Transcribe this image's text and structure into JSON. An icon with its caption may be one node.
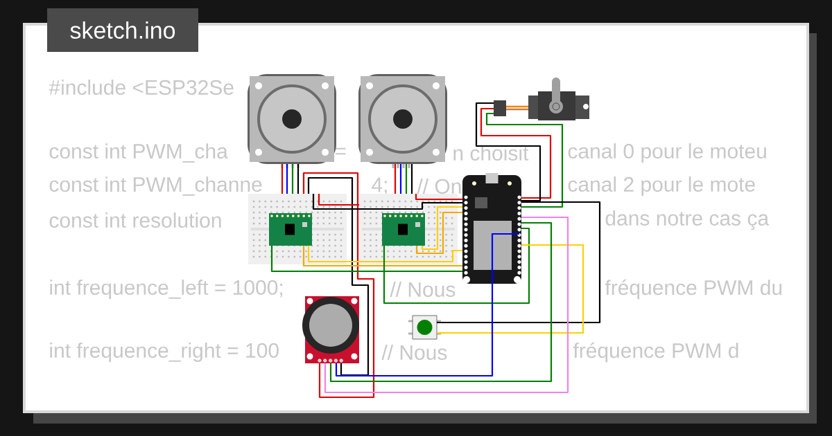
{
  "diagram": {
    "nodes": [
      {
        "text": [
          "sketch.ino"
        ]
      },
      {
        "text": [],
        "shape": "picture"
      },
      {
        "text": [],
        "shape": "picture"
      },
      {
        "text": [],
        "shape": "picture"
      },
      {
        "text": [],
        "shape": "picture"
      },
      {
        "text": [],
        "shape": "picture",
        "in": 3
      },
      {
        "text": [],
        "shape": "picture",
        "in": 4
      },
      {
        "text": [],
        "shape": "picture"
      },
      {
        "text": [],
        "shape": "picture"
      },
      {
        "text": [],
        "shape": "picture"
      },
      {
        "text": [],
        "shape": "picture"
      }
    ],
    "edges": [
      {
        "from": 1,
        "to": 3,
        "arrow": "none",
        "color": "#e00000"
      },
      {
        "from": 1,
        "to": 3,
        "arrow": "none",
        "color": "#0000ff"
      },
      {
        "from": 1,
        "to": 3,
        "arrow": "none",
        "color": "#008000"
      },
      {
        "from": 1,
        "to": 3,
        "arrow": "none",
        "color": "#000000"
      },
      {
        "from": 2,
        "to": 4,
        "arrow": "none",
        "color": "#e00000"
      },
      {
        "from": 2,
        "to": 4,
        "arrow": "none",
        "color": "#0000ff"
      },
      {
        "from": 2,
        "to": 4,
        "arrow": "none",
        "color": "#008000"
      },
      {
        "from": 2,
        "to": 4,
        "arrow": "none",
        "color": "#000000"
      },
      {
        "from": 3,
        "to": 9,
        "arrow": "none",
        "color": "#e00000"
      },
      {
        "from": 3,
        "to": 9,
        "arrow": "none",
        "color": "#000000"
      },
      {
        "from": 3,
        "to": 4,
        "arrow": "none",
        "color": "#e00000"
      },
      {
        "from": 4,
        "to": 7,
        "arrow": "none",
        "color": "#e00000"
      },
      {
        "from": 3,
        "to": 7,
        "arrow": "none",
        "color": "#000000"
      },
      {
        "from": 6,
        "to": 7,
        "arrow": "none",
        "color": "#ffd000"
      },
      {
        "from": 6,
        "to": 7,
        "arrow": "none",
        "color": "#f5a800"
      },
      {
        "from": 5,
        "to": 7,
        "arrow": "none",
        "color": "#ffd000"
      },
      {
        "from": 5,
        "to": 7,
        "arrow": "none",
        "color": "#f5a800"
      },
      {
        "from": 5,
        "to": 7,
        "arrow": "none",
        "color": "#008000"
      },
      {
        "from": 6,
        "to": 7,
        "arrow": "none",
        "color": "#008000"
      },
      {
        "from": 8,
        "to": 7,
        "arrow": "none",
        "color": "#e00000"
      },
      {
        "from": 8,
        "to": 7,
        "arrow": "none",
        "color": "#000000"
      },
      {
        "from": 8,
        "to": 7,
        "arrow": "none",
        "color": "#008000"
      },
      {
        "from": 7,
        "to": 10,
        "arrow": "none",
        "color": "#000000"
      },
      {
        "from": 7,
        "to": 10,
        "arrow": "none",
        "color": "#ffd000"
      },
      {
        "from": 9,
        "to": 7,
        "arrow": "none",
        "color": "#ee82ee"
      },
      {
        "from": 9,
        "to": 7,
        "arrow": "none",
        "color": "#008000"
      },
      {
        "from": 9,
        "to": 7,
        "arrow": "none",
        "color": "#0000ff"
      }
    ],
    "labels": [
      "#include <ESP32Se",
      "const int PWM_cha",
      "=",
      "n choisit",
      "canal 0 pour le moteu",
      "const int PWM_channe",
      "4;",
      "// On",
      "canal 2 pour le mote",
      "const int resolution",
      "dans notre cas ça",
      "int frequence_left = 1000;",
      "// Nous",
      "fréquence PWM du",
      "int frequence_right = 100",
      "// Nous",
      "fréquence PWM d"
    ]
  }
}
